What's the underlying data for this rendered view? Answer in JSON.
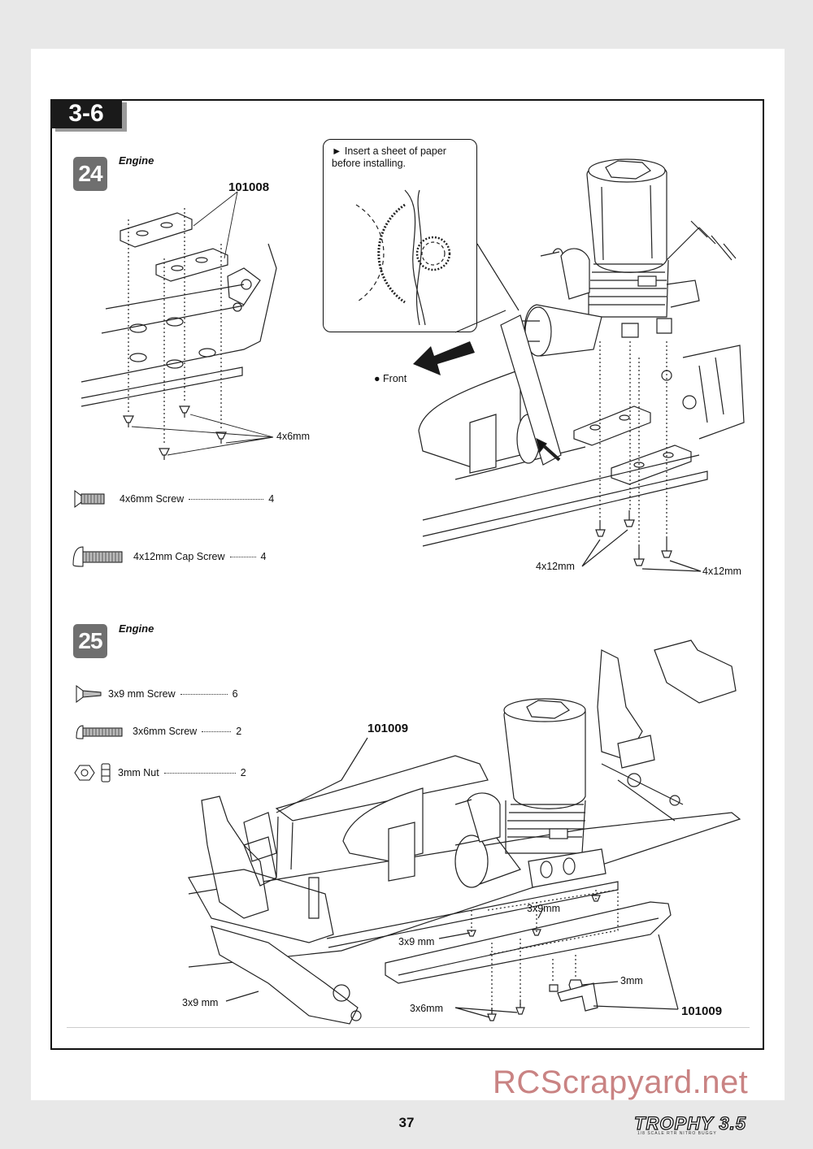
{
  "section": "3-6",
  "steps": [
    {
      "number": "24",
      "title": "Engine",
      "part_number": "101008",
      "callout": "Insert a sheet of paper before installing.",
      "front_label": "● Front",
      "labels": {
        "screw_4x6": "4x6mm",
        "screw_4x12_left": "4x12mm",
        "screw_4x12_right": "4x12mm"
      },
      "legend": [
        {
          "name": "4x6mm  Screw",
          "qty": "4",
          "icon": "countersunk-screw-icon"
        },
        {
          "name": "4x12mm  Cap Screw",
          "qty": "4",
          "icon": "cap-screw-icon"
        }
      ]
    },
    {
      "number": "25",
      "title": "Engine",
      "part_number_top": "101009",
      "part_number_bottom": "101009",
      "labels": {
        "screw_3x9_a": "3x9mm",
        "screw_3x9_b": "3x9 mm",
        "screw_3x9_c": "3x9 mm",
        "nut_3mm": "3mm",
        "screw_3x6": "3x6mm"
      },
      "legend": [
        {
          "name": "3x9 mm  Screw",
          "qty": "6",
          "icon": "countersunk-screw-icon"
        },
        {
          "name": "3x6mm Screw",
          "qty": "2",
          "icon": "button-screw-icon"
        },
        {
          "name": "3mm Nut",
          "qty": "2",
          "icon": "nut-icon"
        }
      ]
    }
  ],
  "footer": {
    "page_number": "37",
    "brand": "TROPHY 3.5",
    "brand_sub": "1/8 SCALE RTR NITRO BUGGY"
  },
  "watermark": "RCScrapyard.net"
}
